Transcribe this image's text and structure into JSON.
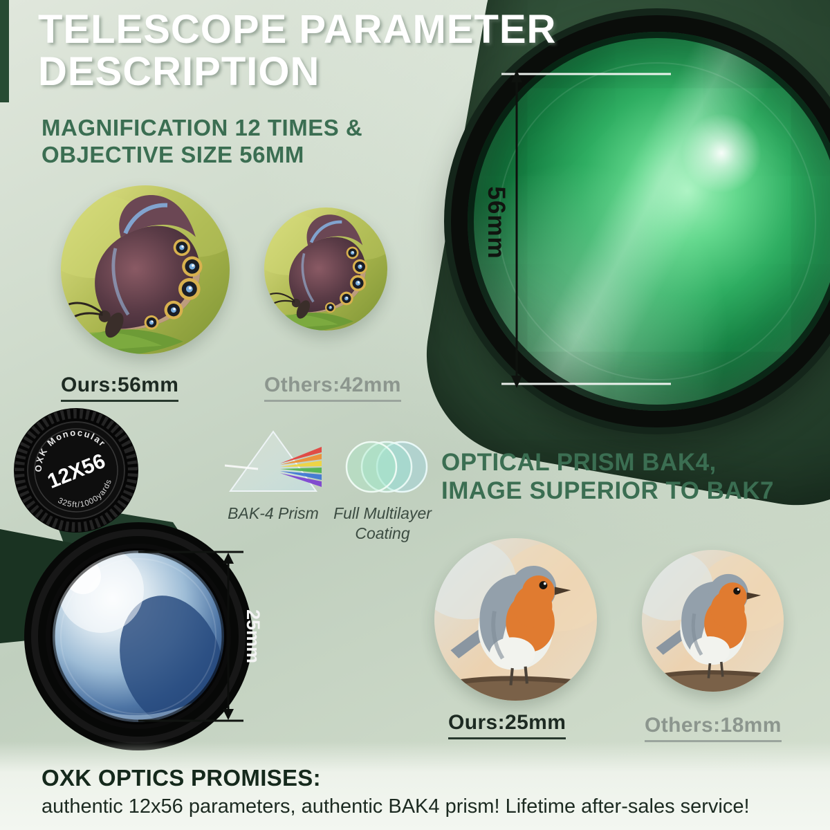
{
  "colors": {
    "accent_green": "#3b6e52",
    "title_white": "#ffffff",
    "ours_dark": "#1d2a22",
    "others_gray": "#8c968e",
    "footer_dark": "#15291c",
    "lens_green": "#2fae62",
    "body_green": "#2b4832"
  },
  "title": {
    "line1": "TELESCOPE PARAMETER",
    "line2": "DESCRIPTION"
  },
  "magnification_section": {
    "heading_line1": "MAGNIFICATION 12 TIMES &",
    "heading_line2": "OBJECTIVE SIZE 56MM",
    "ours_label": "Ours:56mm",
    "others_label": "Others:42mm"
  },
  "objective_measure": "56mm",
  "monocular": {
    "cap_brand": "OXK Monocular",
    "cap_magnification": "12X56",
    "cap_field": "325ft/1000yards",
    "eyepiece_measure": "25mm"
  },
  "optics": {
    "prism_label": "BAK-4 Prism",
    "coating_label_line1": "Full Multilayer",
    "coating_label_line2": "Coating"
  },
  "prism_section": {
    "heading_line1": "OPTICAL PRISM BAK4,",
    "heading_line2": "IMAGE SUPERIOR TO BAK7",
    "ours_label": "Ours:25mm",
    "others_label": "Others:18mm"
  },
  "footer": {
    "heading": "OXK OPTICS PROMISES:",
    "body": "authentic 12x56 parameters, authentic BAK4 prism! Lifetime after-sales service!"
  }
}
